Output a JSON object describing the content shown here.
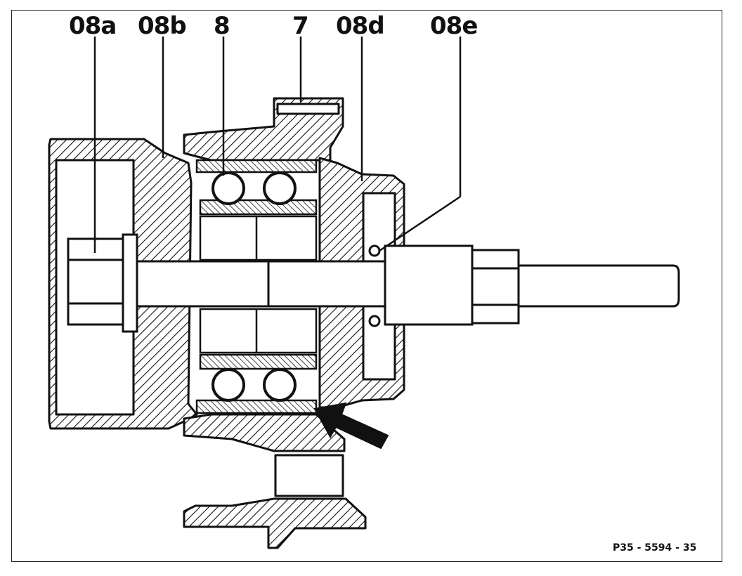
{
  "labels": {
    "08a": "08a",
    "08b": "08b",
    "8": "8",
    "7": "7",
    "08d": "08d",
    "08e": "08e"
  },
  "reference": "P35 - 5594 - 35"
}
